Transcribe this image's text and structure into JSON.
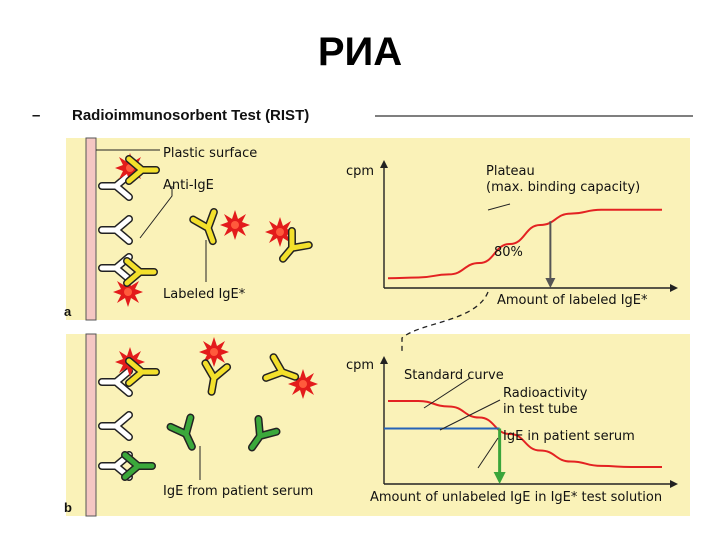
{
  "slide": {
    "title": "РИА"
  },
  "figure": {
    "heading": "Radioimmunosorbent Test (RIST)",
    "heading_dash": "–",
    "panel_a": {
      "letter": "a",
      "labels": {
        "plastic_surface": "Plastic surface",
        "anti_ige": "Anti-IgE",
        "labeled_ige": "Labeled IgE*"
      }
    },
    "panel_b": {
      "letter": "b",
      "labels": {
        "patient_ige": "IgE from patient serum"
      }
    }
  },
  "chart_data": [
    {
      "type": "line",
      "ylabel": "cpm",
      "xlabel": "Amount of labeled IgE*",
      "annotations": {
        "plateau": "Plateau",
        "plateau_note": "(max. binding capacity)",
        "marker": "80%"
      },
      "series": [
        {
          "values": [
            0.05,
            0.06,
            0.1,
            0.25,
            0.5,
            0.75,
            0.9,
            0.95,
            0.95,
            0.95
          ]
        }
      ],
      "marker_level": 0.8,
      "colors": {
        "curve": "#e32222",
        "marker": "#555555"
      },
      "grid": false
    },
    {
      "type": "line",
      "ylabel": "cpm",
      "xlabel": "Amount of unlabeled IgE in IgE* test solution",
      "annotations": {
        "standard_curve": "Standard curve",
        "radioactivity": "Radioactivity",
        "radioactivity_2": "in test tube",
        "patient": "IgE in patient serum"
      },
      "series": [
        {
          "values": [
            0.7,
            0.7,
            0.65,
            0.55,
            0.4,
            0.25,
            0.15,
            0.11,
            0.1,
            0.1
          ]
        }
      ],
      "measured_level": 0.45,
      "colors": {
        "curve": "#e32222",
        "reference": "#2563b8",
        "result_arrow": "#3aa53a"
      },
      "grid": false
    }
  ],
  "colors": {
    "panel_bg": "#faf2b8",
    "wall": "#f5c7c3",
    "antibody_yellow": "#f3e02b",
    "antibody_white": "#ffffff",
    "antibody_green": "#3ba83b",
    "burst": "#e31b1b"
  }
}
